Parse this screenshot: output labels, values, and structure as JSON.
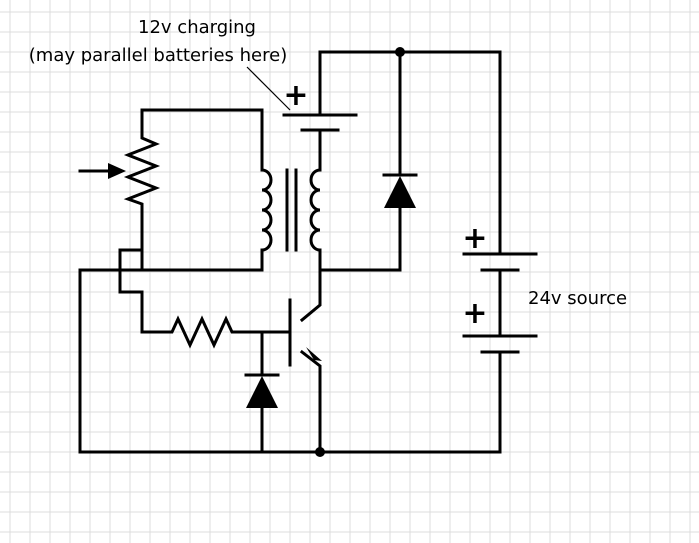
{
  "labels": {
    "charging_title": "12v charging",
    "charging_note": "(may parallel batteries here)",
    "source_label": "24v source",
    "plus_sign": "+"
  },
  "colors": {
    "grid": "#dcdcdc",
    "ink": "#000000",
    "background": "#ffffff"
  }
}
